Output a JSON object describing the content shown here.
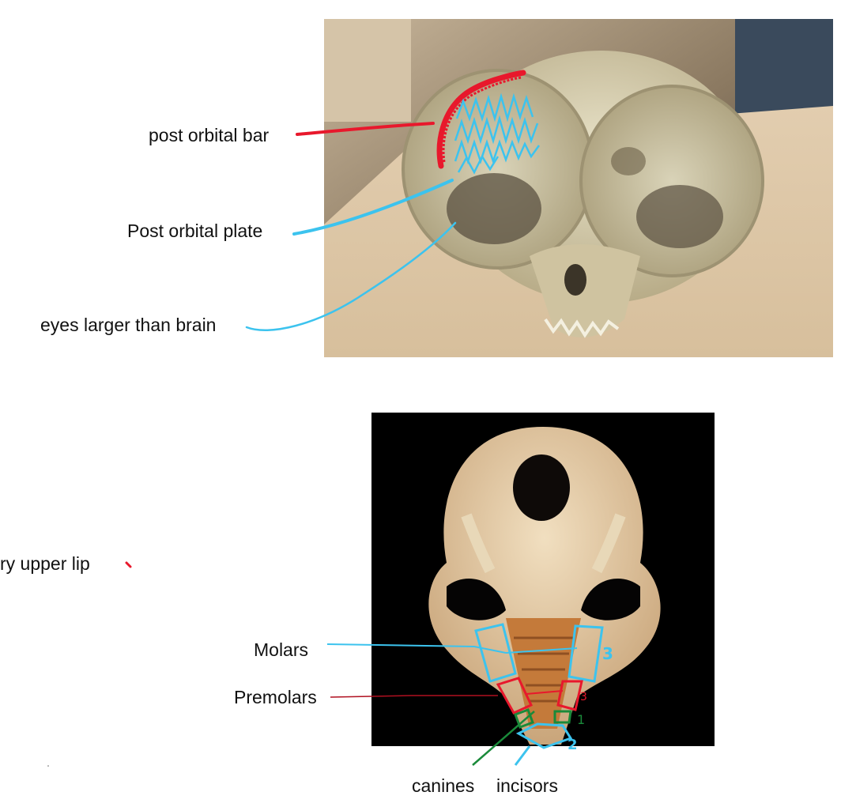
{
  "top_figure": {
    "labels": {
      "post_orbital_bar": "post orbital bar",
      "post_orbital_plate": "Post orbital plate",
      "eyes_larger": "eyes larger than brain"
    }
  },
  "side_note": {
    "text": "ry upper lip"
  },
  "bottom_figure": {
    "labels": {
      "molars": "Molars",
      "premolars": "Premolars",
      "canines": "canines",
      "incisors": "incisors"
    },
    "counts": {
      "molars": "3",
      "premolars": "3",
      "canines": "1",
      "incisors": "2"
    }
  },
  "colors": {
    "red_annotation": "#e8182c",
    "blue_annotation": "#3cc3ee",
    "green_annotation": "#1a8a3a",
    "dark_red_line": "#b01020"
  }
}
